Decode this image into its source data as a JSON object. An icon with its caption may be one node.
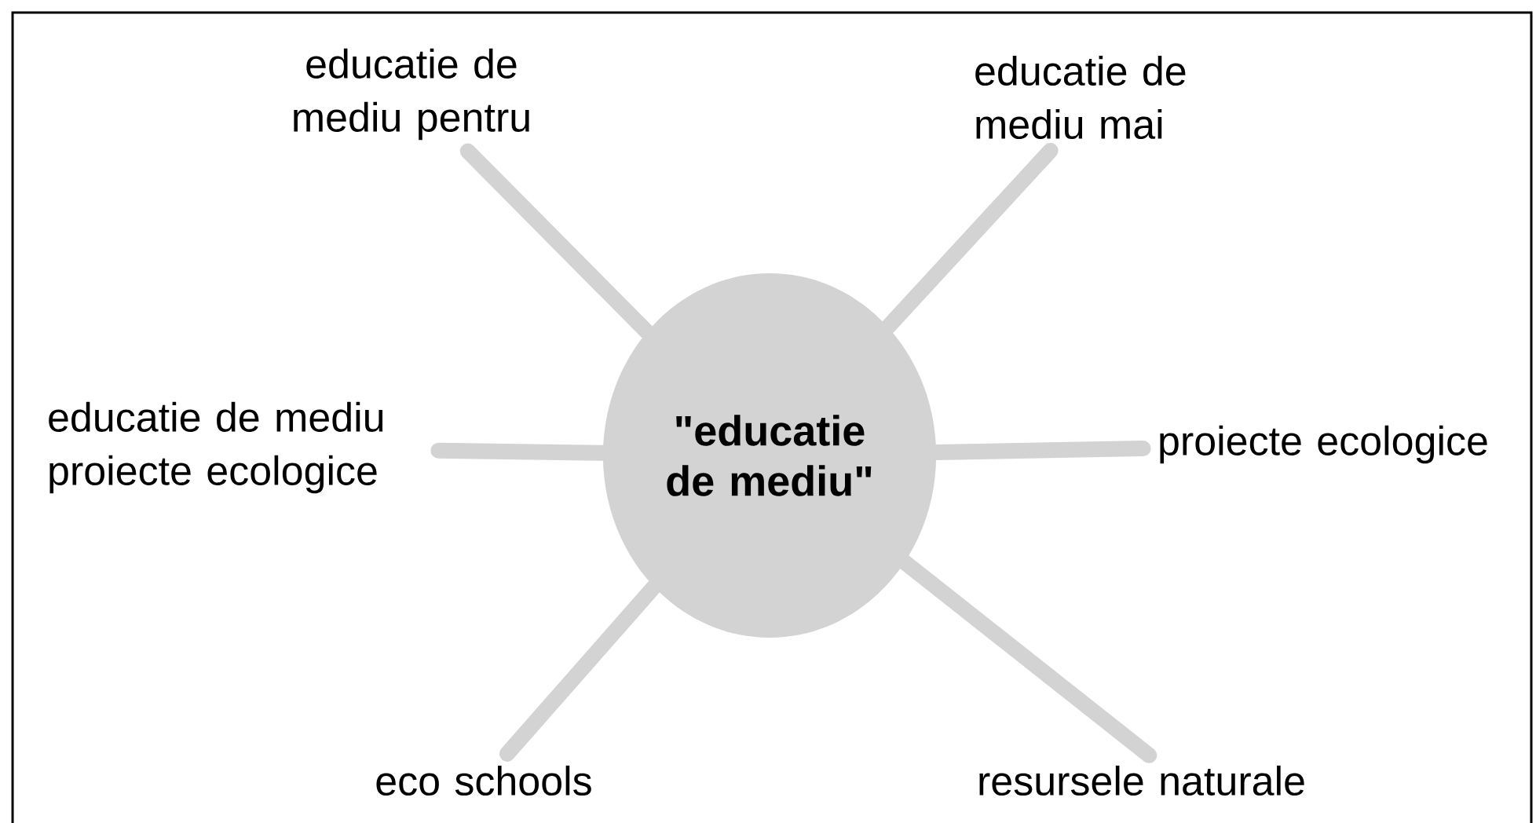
{
  "diagram": {
    "nodes": [
      {
        "text": [
          "\"educatie de mediu\""
        ]
      },
      {
        "text": [
          "educatie de mediu pentru"
        ]
      },
      {
        "text": [
          "educatie de mediu mai"
        ]
      },
      {
        "text": [
          "educatie de mediu proiecte ecologice"
        ]
      },
      {
        "text": [
          "proiecte ecologice"
        ]
      },
      {
        "text": [
          "eco schools"
        ]
      },
      {
        "text": [
          "resursele naturale"
        ]
      }
    ],
    "edges": [
      {
        "from": 0,
        "to": 1,
        "arrow": "none"
      },
      {
        "from": 0,
        "to": 2,
        "arrow": "none"
      },
      {
        "from": 0,
        "to": 3,
        "arrow": "none"
      },
      {
        "from": 0,
        "to": 4,
        "arrow": "none"
      },
      {
        "from": 0,
        "to": 5,
        "arrow": "none"
      },
      {
        "from": 0,
        "to": 6,
        "arrow": "none"
      }
    ]
  }
}
